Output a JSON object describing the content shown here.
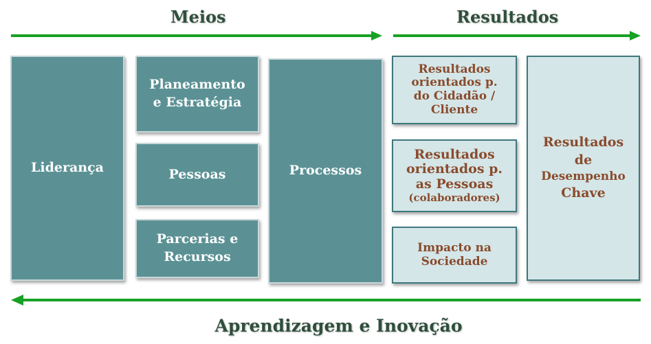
{
  "headers": {
    "left": "Meios",
    "right": "Resultados"
  },
  "footer": "Aprendizagem e Inovação",
  "enablers": {
    "lideranca": "Liderança",
    "planeamento": [
      "Planeamento",
      "e Estratégia"
    ],
    "pessoas": "Pessoas",
    "parcerias": [
      "Parcerias e",
      "Recursos"
    ],
    "processos": "Processos"
  },
  "results": {
    "cidadao": [
      "Resultados",
      "orientados p.",
      "do Cidadão /",
      "Cliente"
    ],
    "pessoas": [
      "Resultados",
      "orientados p.",
      "as Pessoas",
      "(colaboradores)"
    ],
    "sociedade": [
      "Impacto na",
      "Sociedade"
    ],
    "chave": [
      "Resultados",
      "de",
      "Desempenho",
      "Chave"
    ]
  },
  "colors": {
    "arrow": "#17a125",
    "enabler_fill": "#5b9195",
    "result_fill": "#d4e6e8",
    "result_text": "#8a4b2c",
    "header_text": "#2f4f3c"
  }
}
